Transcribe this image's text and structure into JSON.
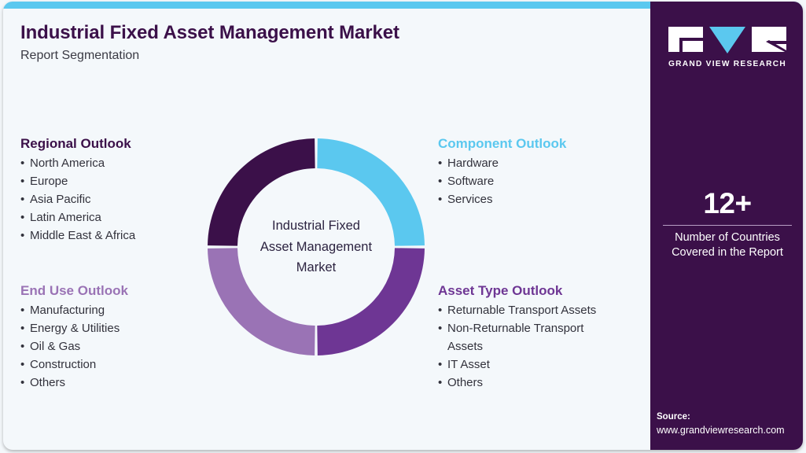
{
  "header": {
    "title": "Industrial Fixed Asset Management Market",
    "subtitle": "Report Segmentation"
  },
  "colors": {
    "accent_blue": "#5bc8ef",
    "dark_purple": "#3b1049",
    "mid_purple": "#6e3694",
    "light_purple": "#9a73b5",
    "page_bg": "#f4f8fb",
    "body_text": "#32323c"
  },
  "segments": [
    {
      "id": "regional",
      "heading": "Regional Outlook",
      "color": "#3b1049",
      "items": [
        "North America",
        "Europe",
        "Asia Pacific",
        "Latin America",
        "Middle East & Africa"
      ]
    },
    {
      "id": "component",
      "heading": "Component Outlook",
      "color": "#5bc8ef",
      "items": [
        "Hardware",
        "Software",
        "Services"
      ]
    },
    {
      "id": "enduse",
      "heading": "End Use Outlook",
      "color": "#9a73b5",
      "items": [
        "Manufacturing",
        "Energy & Utilities",
        "Oil & Gas",
        "Construction",
        "Others"
      ]
    },
    {
      "id": "assettype",
      "heading": "Asset Type Outlook",
      "color": "#6e3694",
      "items": [
        "Returnable Transport Assets",
        "Non-Returnable Transport\nAssets",
        "IT Asset",
        "Others"
      ]
    }
  ],
  "donut": {
    "center_text": "Industrial Fixed Asset Management Market"
  },
  "chart_data": {
    "type": "pie",
    "title": "Industrial Fixed Asset Management Market",
    "categories": [
      "Component Outlook",
      "Asset Type Outlook",
      "End Use Outlook",
      "Regional Outlook"
    ],
    "values": [
      25,
      25,
      25,
      25
    ],
    "colors": [
      "#5bc8ef",
      "#6e3694",
      "#9a73b5",
      "#3b1049"
    ],
    "legend": "none",
    "note": "Decorative donut: four equal quadrants, one per report segmentation axis"
  },
  "sidebar": {
    "logo_text": "GRAND VIEW RESEARCH",
    "stat_value": "12+",
    "stat_label": "Number of Countries\nCovered in the Report",
    "source_label": "Source:",
    "source_url": "www.grandviewresearch.com"
  }
}
